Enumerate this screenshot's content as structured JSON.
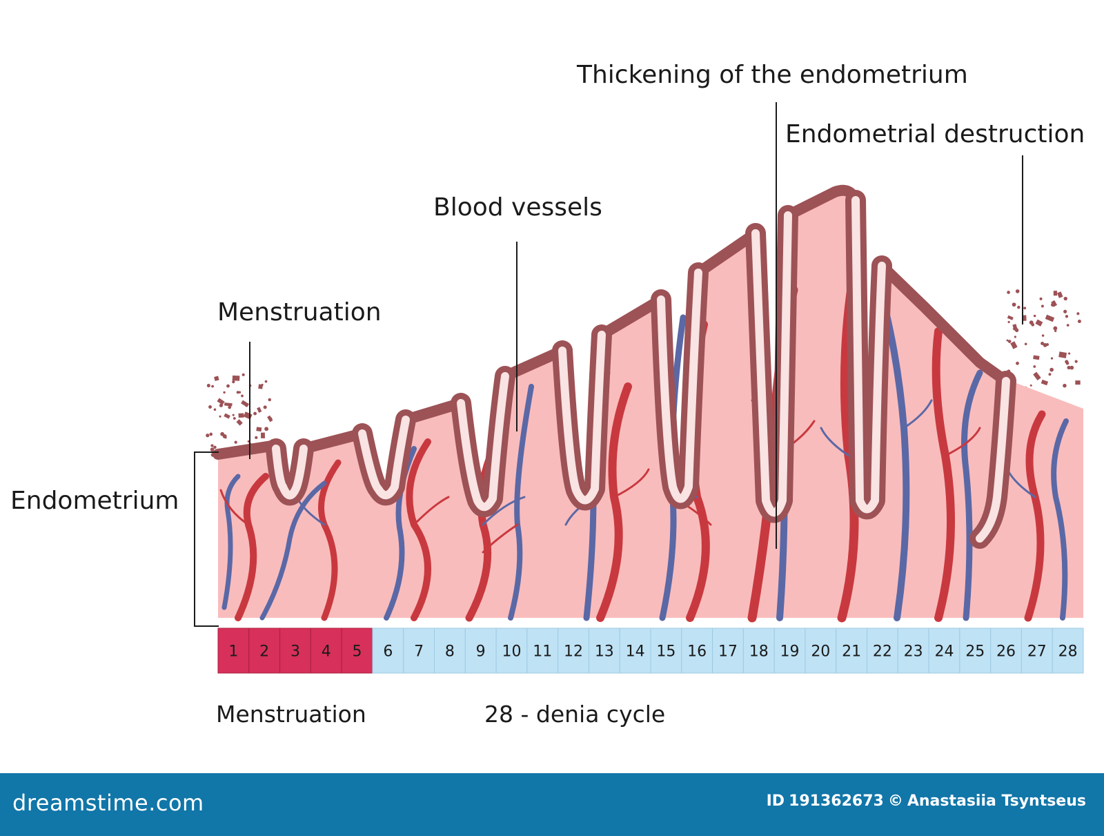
{
  "labels": {
    "thickening": "Thickening of the endometrium",
    "destruction": "Endometrial destruction",
    "blood_vessels": "Blood vessels",
    "menstruation_top": "Menstruation",
    "endometrium": "Endometrium",
    "menstruation_bottom": "Menstruation",
    "cycle": "28 - denia cycle"
  },
  "days": [
    "1",
    "2",
    "3",
    "4",
    "5",
    "6",
    "7",
    "8",
    "9",
    "10",
    "11",
    "12",
    "13",
    "14",
    "15",
    "16",
    "17",
    "18",
    "19",
    "20",
    "21",
    "22",
    "23",
    "24",
    "25",
    "26",
    "27",
    "28"
  ],
  "menstruation_days": 5,
  "footer": {
    "brand": "dreamstime.com",
    "id_prefix": "ID",
    "id_number": "191362673",
    "copyright": "©",
    "author": "Anastasiia Tsyntseus"
  },
  "colors": {
    "tissue": "#f9bcbc",
    "wall": "#9d5256",
    "gland_inner": "#f9e3e3",
    "artery": "#c8393f",
    "vein": "#5a68a6",
    "menstruation_cell": "#d7305a",
    "cycle_cell": "#bfe2f5",
    "footer_bg": "#1176a8"
  }
}
